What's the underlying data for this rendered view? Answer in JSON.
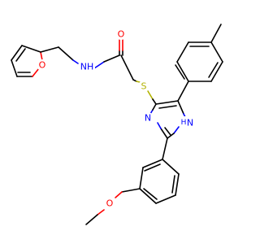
{
  "molecule": {
    "atom_labels": {
      "furan_o": "O",
      "carbonyl_o": "O",
      "amide_nh": "NH",
      "thioether_s": "S",
      "imidazole_n": "N",
      "imidazole_nh": "H",
      "imidazole_nh_n": "N",
      "methoxy_o": "O"
    },
    "colors": {
      "carbon": "#000000",
      "oxygen": "#ff0000",
      "nitrogen": "#0000ff",
      "sulfur": "#b2b200"
    }
  }
}
